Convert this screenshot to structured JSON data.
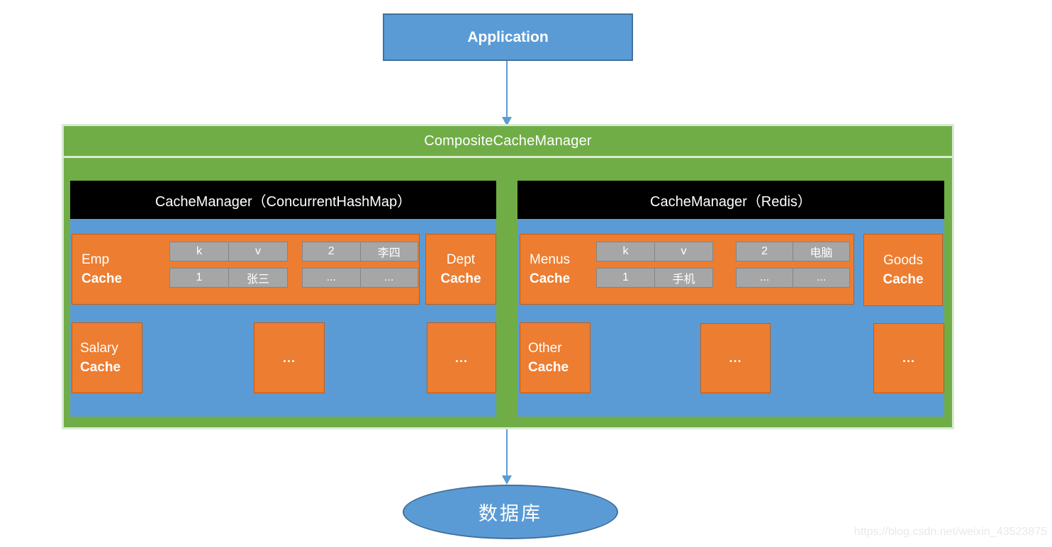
{
  "application": {
    "label": "Application"
  },
  "composite": {
    "title": "CompositeCacheManager"
  },
  "panels": [
    {
      "header": "CacheManager（ConcurrentHashMap）",
      "primary_cache": {
        "name": "Emp",
        "type": "Cache"
      },
      "side_cache": {
        "name": "Dept",
        "type": "Cache"
      },
      "tables": [
        {
          "rows": [
            [
              "k",
              "v"
            ],
            [
              "1",
              "张三"
            ]
          ]
        },
        {
          "rows": [
            [
              "2",
              "李四"
            ],
            [
              "...",
              "..."
            ]
          ]
        }
      ],
      "bottom_cache": {
        "name": "Salary",
        "type": "Cache"
      },
      "dots": "..."
    },
    {
      "header": "CacheManager（Redis）",
      "primary_cache": {
        "name": "Menus",
        "type": "Cache"
      },
      "side_cache": {
        "name": "Goods",
        "type": "Cache"
      },
      "tables": [
        {
          "rows": [
            [
              "k",
              "v"
            ],
            [
              "1",
              "手机"
            ]
          ]
        },
        {
          "rows": [
            [
              "2",
              "电脑"
            ],
            [
              "...",
              "..."
            ]
          ]
        }
      ],
      "bottom_cache": {
        "name": "Other",
        "type": "Cache"
      },
      "dots": "..."
    }
  ],
  "database": {
    "label": "数据库"
  },
  "watermark": "https://blog.csdn.net/weixin_43523875",
  "colors": {
    "blue": "#5B9BD5",
    "blue_border": "#41719C",
    "green": "#70AD47",
    "pale_green_border": "#D9EAD3",
    "orange": "#ED7D31",
    "orange_border": "#C55A11",
    "gray_cell": "#A6A6A6",
    "black_header": "#000000",
    "watermark_gray": "#E9E9E9"
  }
}
